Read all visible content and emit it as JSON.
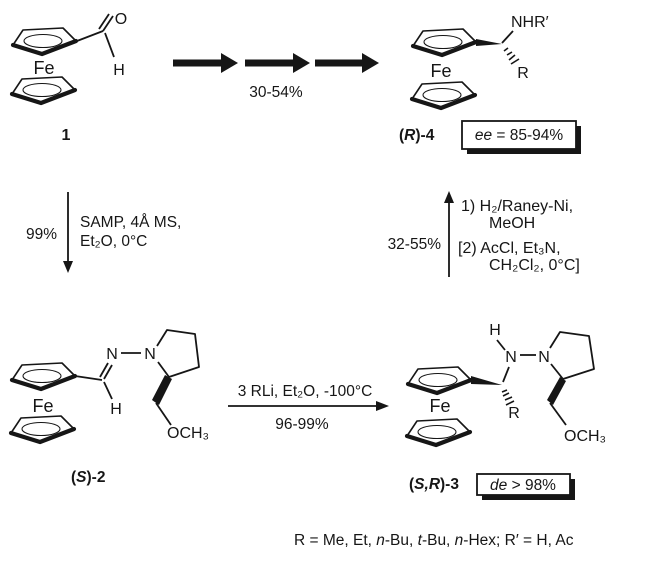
{
  "colors": {
    "ink": "#161616",
    "paper": "#ffffff"
  },
  "atoms": {
    "fe": "Fe",
    "o": "O",
    "h": "H",
    "n": "N",
    "r": "R",
    "nhr": "NHR′",
    "och3": "OCH₃"
  },
  "compounds": {
    "c1": {
      "label": "1"
    },
    "c2": {
      "open": "(",
      "stereo": "S",
      "close": ")-2"
    },
    "c3": {
      "open": "(",
      "stereo": "S,R",
      "close": ")-3",
      "badge_it": "de",
      "badge_rest": " > 98%"
    },
    "c4": {
      "open": "(",
      "stereo": "R",
      "close": ")-4",
      "badge_it": "ee",
      "badge_rest": " = 85-94%"
    }
  },
  "reactions": {
    "top": {
      "yield": "30-54%"
    },
    "left": {
      "yield": "99%",
      "line1": "SAMP, 4Å MS,",
      "line2": "Et₂O, 0°C"
    },
    "right": {
      "yield": "32-55%",
      "line1": "1) H₂/Raney-Ni,",
      "line2": "MeOH",
      "line3": "[2) AcCl, Et₃N,",
      "line4": "CH₂Cl₂, 0°C]"
    },
    "bottom": {
      "line1": "3 RLi, Et₂O, -100°C",
      "yield": "96-99%"
    }
  },
  "legend": {
    "s1": "R = Me, Et, ",
    "i1": "n",
    "s2": "-Bu, ",
    "i2": "t",
    "s3": "-Bu, ",
    "i3": "n",
    "s4": "-Hex; R′ = H, Ac"
  }
}
